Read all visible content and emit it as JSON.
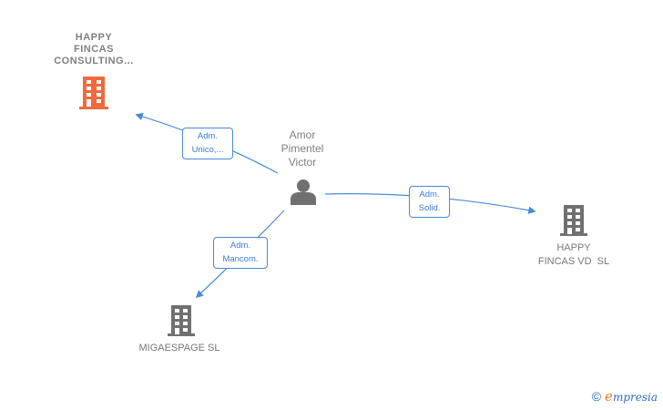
{
  "nodes": {
    "center": {
      "label_lines": [
        "Amor",
        "Pimentel",
        "Victor"
      ],
      "icon": "person-icon"
    },
    "company_top_left": {
      "label_lines": [
        "HAPPY",
        "FINCAS",
        "CONSULTING..."
      ],
      "icon": "building-icon",
      "color": "#f26a3d"
    },
    "company_right": {
      "label_lines": [
        "HAPPY",
        "FINCAS VD  SL"
      ],
      "icon": "building-icon",
      "color": "#707070"
    },
    "company_bottom": {
      "label_lines": [
        "MIGAESPAGE SL"
      ],
      "icon": "building-icon",
      "color": "#707070"
    }
  },
  "edges": [
    {
      "from": "center",
      "to": "company_top_left",
      "label_lines": [
        "Adm.",
        "Unico,..."
      ]
    },
    {
      "from": "center",
      "to": "company_right",
      "label_lines": [
        "Adm.",
        "Solid."
      ]
    },
    {
      "from": "center",
      "to": "company_bottom",
      "label_lines": [
        "Adm.",
        "Mancom."
      ]
    }
  ],
  "colors": {
    "edge": "#4a8ad8",
    "accent": "#f26a3d",
    "neutral": "#707070"
  },
  "footer": {
    "copyright_symbol": "©",
    "brand_initial": "e",
    "brand_rest": "mpresia"
  }
}
